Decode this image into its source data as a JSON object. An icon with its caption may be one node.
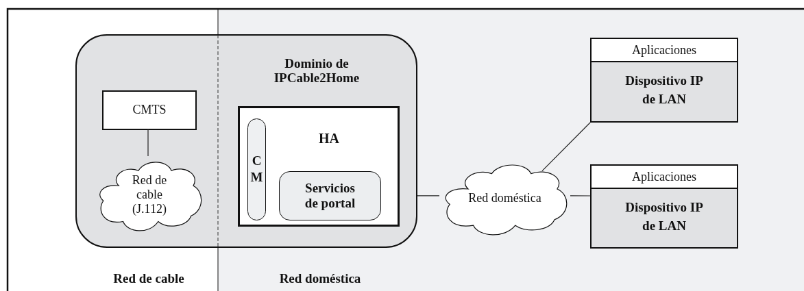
{
  "diagram": {
    "nodes": [
      {
        "text": [
          "Dominio de IPCable2Home"
        ]
      },
      {
        "text": [
          "CMTS"
        ],
        "in": 0
      },
      {
        "text": [
          "Red de cable (J.112)"
        ],
        "in": 0
      },
      {
        "text": [
          "HA"
        ],
        "in": 0
      },
      {
        "text": [
          "CM"
        ],
        "in": 3
      },
      {
        "text": [
          "Servicios de portal"
        ],
        "in": 3
      },
      {
        "text": [
          "Red doméstica"
        ]
      },
      {
        "text": [
          "Aplicaciones",
          "Dispositivo IP de LAN"
        ]
      },
      {
        "text": [
          "Aplicaciones",
          "Dispositivo IP de LAN"
        ]
      }
    ],
    "edges": [
      {
        "from": 1,
        "to": 2,
        "arrow": "none"
      },
      {
        "from": 0,
        "to": 6,
        "arrow": "none"
      },
      {
        "from": 6,
        "to": 7,
        "arrow": "none"
      },
      {
        "from": 6,
        "to": 8,
        "arrow": "none"
      }
    ],
    "labels": [
      "Red de cable",
      "Red doméstica"
    ]
  }
}
